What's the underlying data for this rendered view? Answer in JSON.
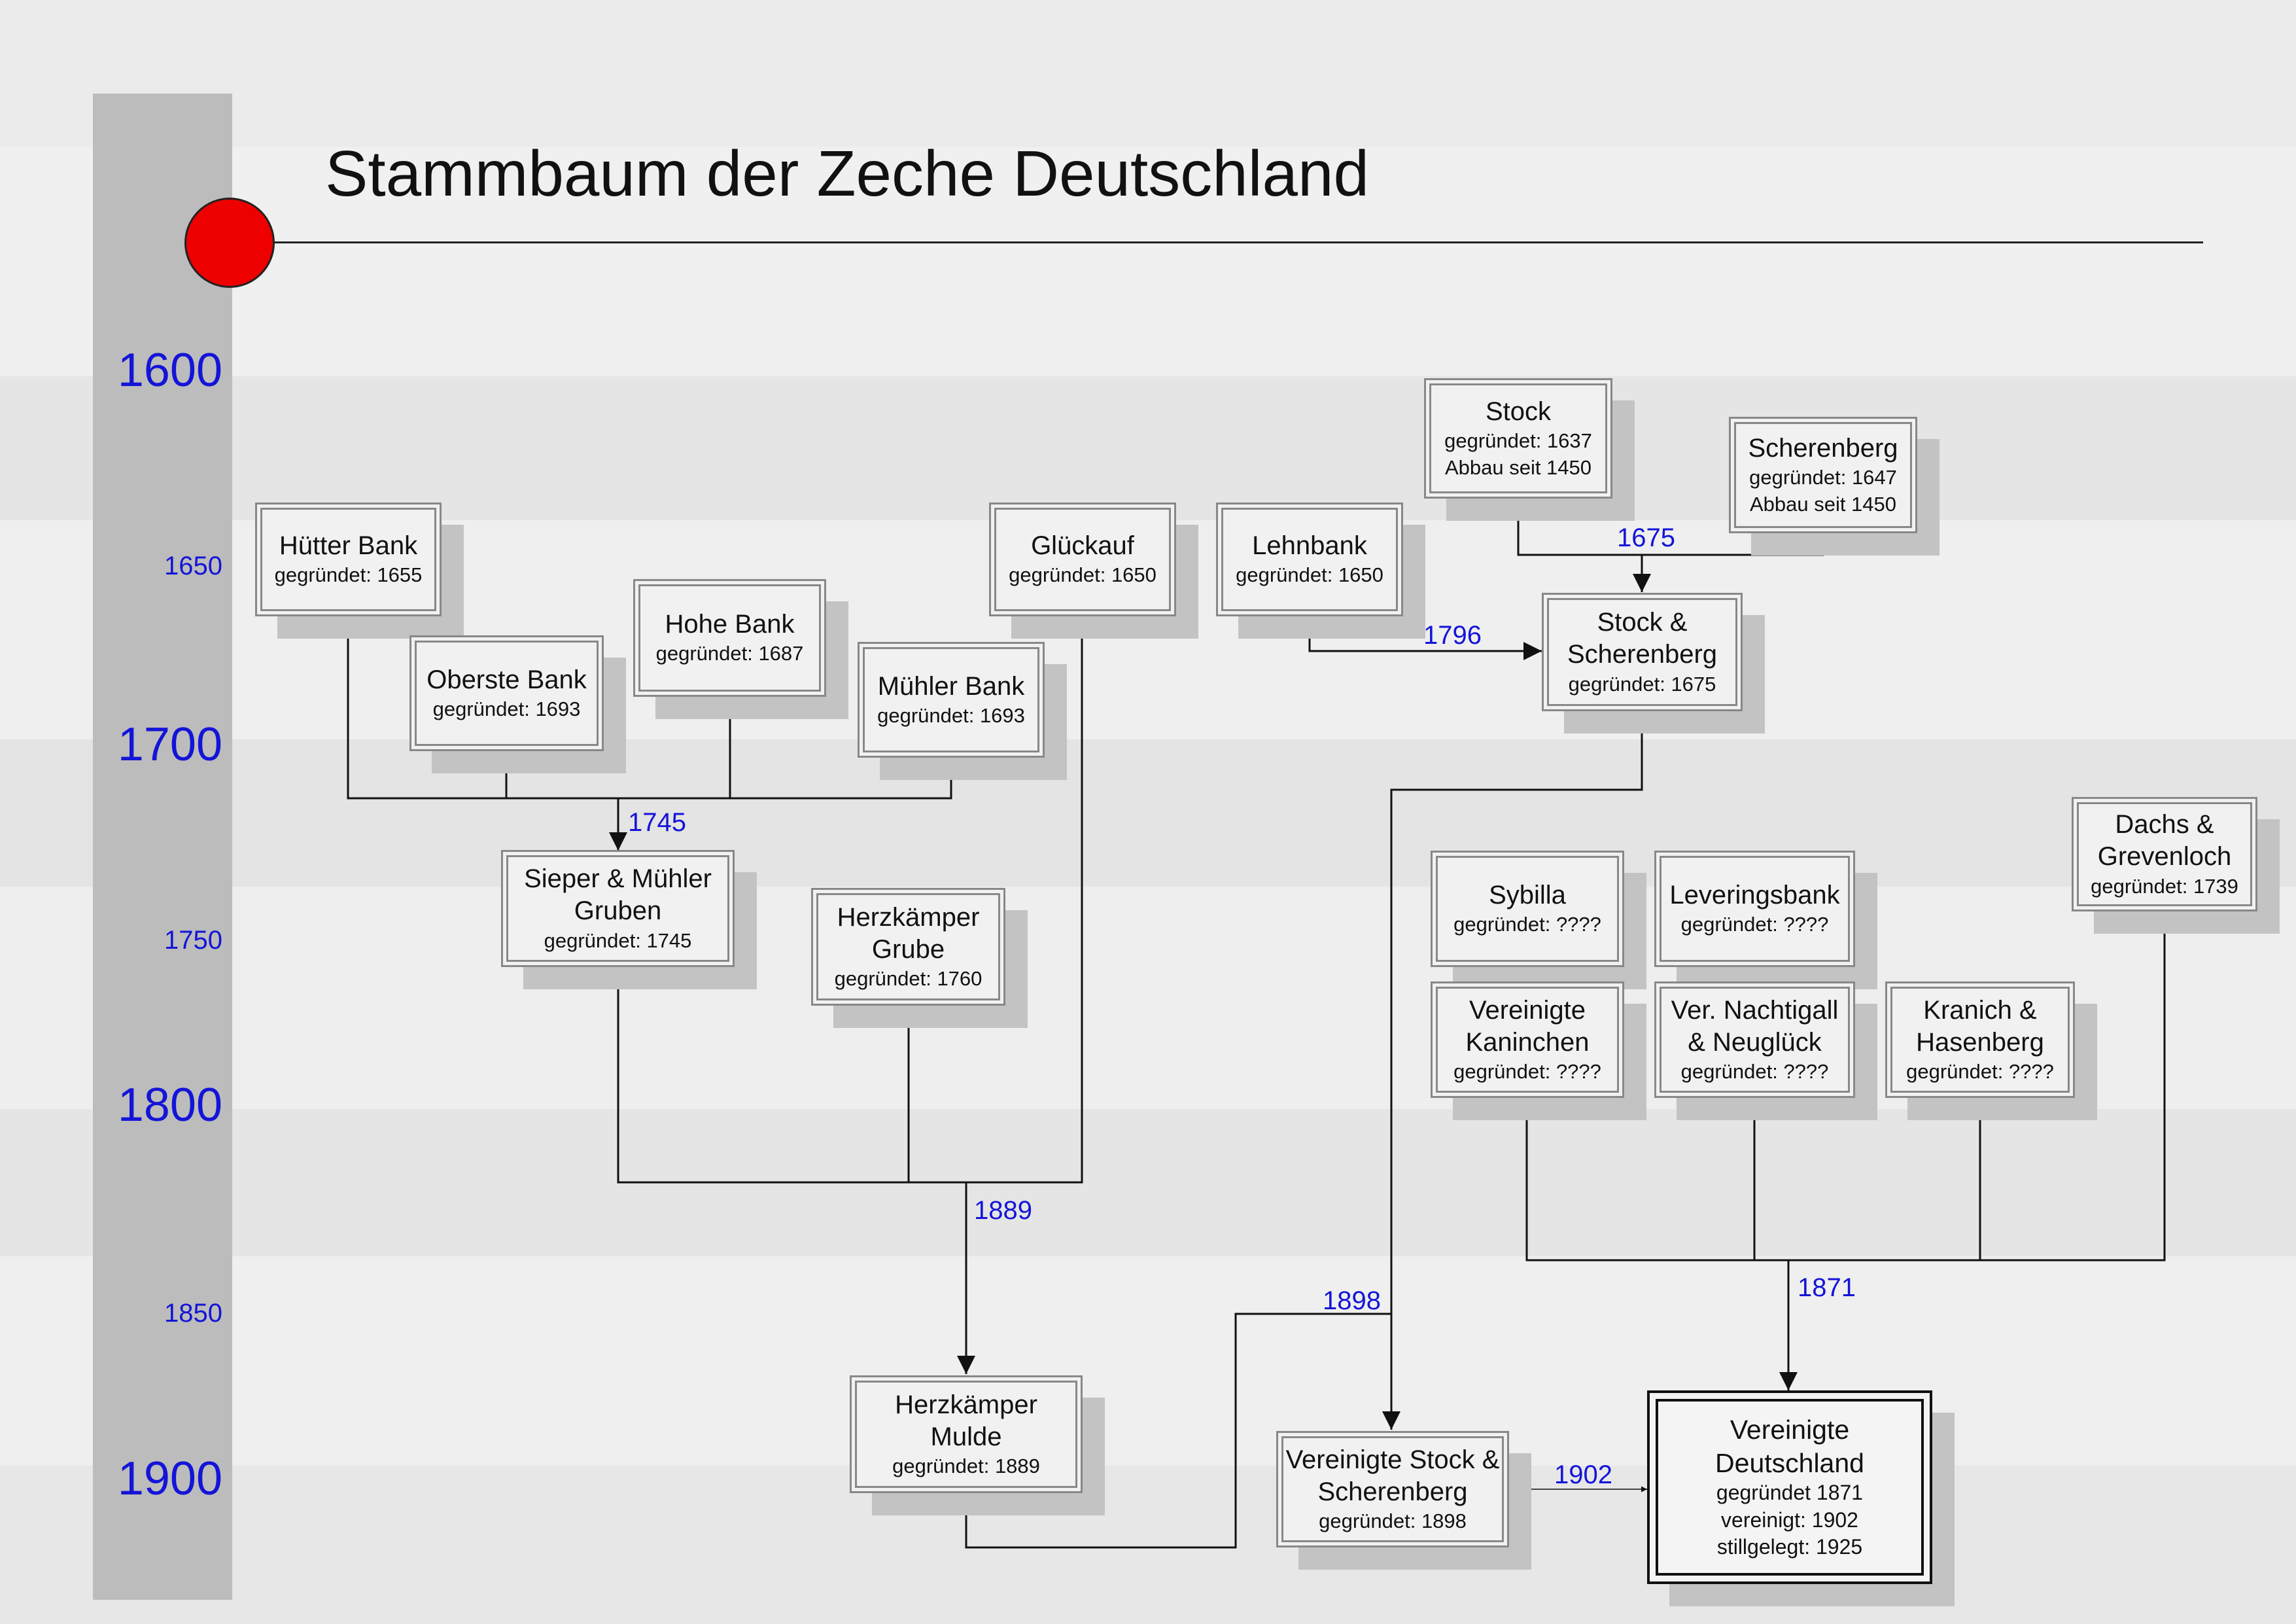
{
  "title": "Stammbaum der Zeche Deutschland",
  "timeline": [
    {
      "label": "1600"
    },
    {
      "label": "1650"
    },
    {
      "label": "1700"
    },
    {
      "label": "1750"
    },
    {
      "label": "1800"
    },
    {
      "label": "1850"
    },
    {
      "label": "1900"
    }
  ],
  "nodes": {
    "huetter_bank": {
      "name": "Hütter Bank",
      "info": [
        "gegründet: 1655"
      ]
    },
    "oberste_bank": {
      "name": "Oberste Bank",
      "info": [
        "gegründet: 1693"
      ]
    },
    "hohe_bank": {
      "name": "Hohe Bank",
      "info": [
        "gegründet: 1687"
      ]
    },
    "muehler_bank": {
      "name": "Mühler Bank",
      "info": [
        "gegründet: 1693"
      ]
    },
    "glueckauf": {
      "name": "Glückauf",
      "info": [
        "gegründet: 1650"
      ]
    },
    "lehnbank": {
      "name": "Lehnbank",
      "info": [
        "gegründet: 1650"
      ]
    },
    "stock": {
      "name": "Stock",
      "info": [
        "gegründet: 1637",
        "Abbau seit 1450"
      ]
    },
    "scherenberg": {
      "name": "Scherenberg",
      "info": [
        "gegründet: 1647",
        "Abbau seit 1450"
      ]
    },
    "stock_scherenberg": {
      "name": "Stock & Scherenberg",
      "info": [
        "gegründet: 1675"
      ]
    },
    "sieper_muehler": {
      "name": "Sieper & Mühler Gruben",
      "info": [
        "gegründet: 1745"
      ]
    },
    "herzkaemper_grube": {
      "name": "Herzkämper Grube",
      "info": [
        "gegründet: 1760"
      ]
    },
    "sybilla": {
      "name": "Sybilla",
      "info": [
        "gegründet: ????"
      ]
    },
    "leveringsbank": {
      "name": "Leveringsbank",
      "info": [
        "gegründet: ????"
      ]
    },
    "dachs_grevenloch": {
      "name": "Dachs & Grevenloch",
      "info": [
        "gegründet: 1739"
      ]
    },
    "ver_kaninchen": {
      "name": "Vereinigte Kaninchen",
      "info": [
        "gegründet: ????"
      ]
    },
    "ver_nachtigall": {
      "name": "Ver. Nachtigall & Neuglück",
      "info": [
        "gegründet: ????"
      ]
    },
    "kranich_hasenberg": {
      "name": "Kranich & Hasenberg",
      "info": [
        "gegründet: ????"
      ]
    },
    "herzkaemper_mulde": {
      "name": "Herzkämper Mulde",
      "info": [
        "gegründet: 1889"
      ]
    },
    "ver_stock_scherenberg": {
      "name": "Vereinigte Stock & Scherenberg",
      "info": [
        "gegründet: 1898"
      ]
    },
    "ver_deutschland": {
      "name": "Vereinigte Deutschland",
      "info": [
        "gegründet 1871",
        "vereinigt: 1902",
        "stillgelegt: 1925"
      ]
    }
  },
  "merges": [
    {
      "label": "1675"
    },
    {
      "label": "1796"
    },
    {
      "label": "1745"
    },
    {
      "label": "1889"
    },
    {
      "label": "1898"
    },
    {
      "label": "1871"
    },
    {
      "label": "1902"
    }
  ]
}
